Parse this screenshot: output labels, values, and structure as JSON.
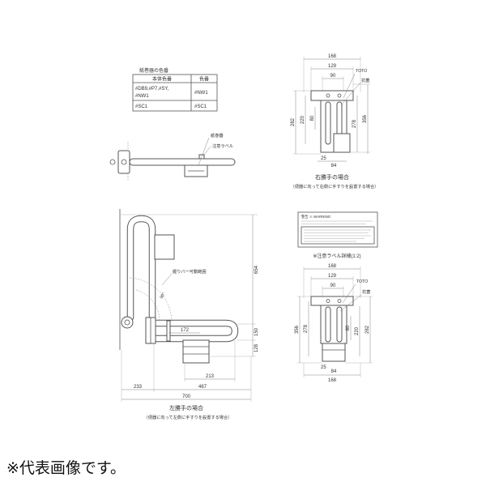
{
  "color_table": {
    "title": "紙巻器の色番",
    "headers": [
      "本体色番",
      "色番"
    ],
    "rows": [
      {
        "body_line1": "#DB9,#P7,#SY,",
        "body_line2": "#NW1",
        "color": "#NW1"
      },
      {
        "body_line1": "#SC1",
        "color": "#SC1"
      }
    ]
  },
  "right_hand": {
    "dims": {
      "w168": "168",
      "w129": "129",
      "w90": "90",
      "h282": "282",
      "h220": "220",
      "h80": "80",
      "h278": "278",
      "h356": "356",
      "b25": "25",
      "b84": "84"
    },
    "brand": "TOTO",
    "antibacterial": "抗菌",
    "caption": "右勝手の場合",
    "subcaption": "（便器に向って右側に手すりを設置する場合）"
  },
  "top_view": {
    "paper_holder": "紙巻器",
    "caution_label": "注意ラベル"
  },
  "warning_label": {
    "header": "警告 ⚠ WARNING",
    "caption": "※注意ラベル詳細(1:2)"
  },
  "left_hand": {
    "movable_range": "握りバー可動範囲",
    "angle": "90°",
    "dims": {
      "d654": "654",
      "d150": "150",
      "d128": "128",
      "d172": "172",
      "d213": "213",
      "d233": "233",
      "d467": "467",
      "d700": "700"
    },
    "caption": "左勝手の場合",
    "subcaption": "（便器に向って左側に手すりを設置する場合）"
  },
  "left_side_view": {
    "dims": {
      "w168": "168",
      "w129": "129",
      "w90": "90",
      "h356": "356",
      "h278": "278",
      "h80": "80",
      "h220": "220",
      "h282": "282",
      "b25": "25",
      "b84": "84",
      "b168": "168"
    },
    "brand": "TOTO",
    "antibacterial": "抗菌"
  },
  "footer": "※代表画像です。"
}
